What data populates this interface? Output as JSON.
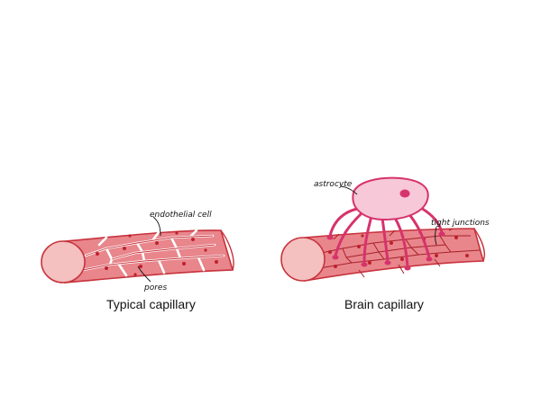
{
  "labels": {
    "endothelial_cell": "endothelial cell",
    "pores": "pores",
    "astrocyte": "astrocyte",
    "tight_junctions": "tight junctions"
  },
  "captions": {
    "typical": "Typical capillary",
    "brain": "Brain capillary"
  },
  "colors": {
    "outline": "#c8323c",
    "cell_fill": "#e8868c",
    "end_fill": "#f4c0c0",
    "nucleus": "#c0202c",
    "astrocyte_outline": "#d6336c",
    "astrocyte_fill": "#f6c8d8"
  }
}
